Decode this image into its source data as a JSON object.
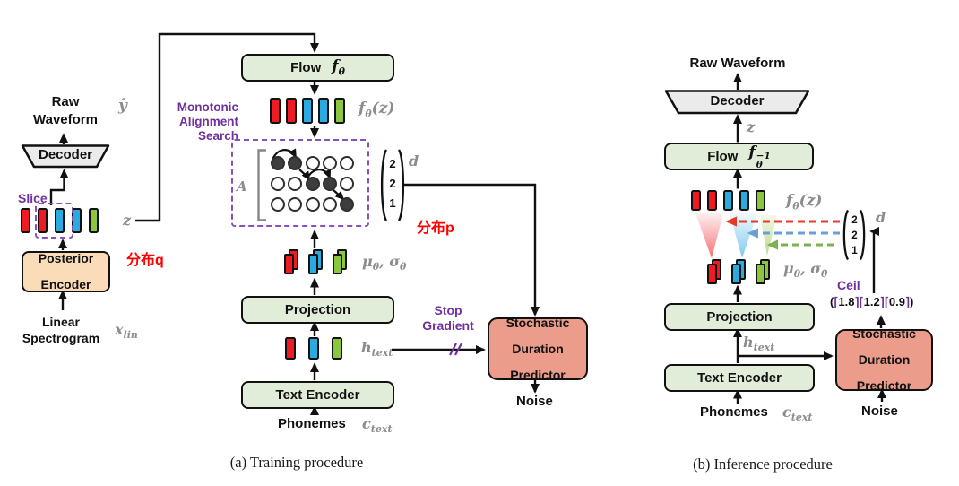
{
  "palette": {
    "red": "#ed1c24",
    "blue": "#29abe2",
    "green": "#8cc63f",
    "module_green": "#e2edd9",
    "peach": "#fbdcb8",
    "salmon": "#ec9c8a",
    "decoder_gray": "#ebebeb",
    "purple": "#7030a0",
    "dash_purple": "#8a4fbe",
    "red_text": "#ff0000",
    "gray_text": "#8c8c8c",
    "arrow_red": "#e8392b",
    "arrow_blue": "#6c9fd8",
    "arrow_green": "#7cb051"
  },
  "math": {
    "y_hat": "ŷ",
    "z": "z",
    "x_base": "x",
    "x_sub": "lin",
    "f": "f",
    "theta": "θ",
    "of_z": "(z)",
    "sup_inv": "−1",
    "mu": "μ",
    "sigma": "σ",
    "comma": ", ",
    "h": "h",
    "c": "c",
    "sub_text": "text",
    "d": "d",
    "A": "A",
    "paren_open": "(",
    "paren_close": ")",
    "lceil": "⌈",
    "rceil": "⌉"
  },
  "training": {
    "caption": "(a) Training procedure",
    "raw_waveform_l1": "Raw",
    "raw_waveform_l2": "Waveform",
    "decoder": "Decoder",
    "slice": "Slice",
    "dist_q": "分布q",
    "dist_p": "分布p",
    "posterior_l1": "Posterior",
    "posterior_l2": "Encoder",
    "linear_l1": "Linear",
    "linear_l2": "Spectrogram",
    "flow": "Flow",
    "mas_l1": "Monotonic",
    "mas_l2": "Alignment",
    "mas_l3": "Search",
    "projection": "Projection",
    "text_encoder": "Text Encoder",
    "phonemes": "Phonemes",
    "stop_l1": "Stop",
    "stop_l2": "Gradient",
    "sdp_l1": "Stochastic",
    "sdp_l2": "Duration",
    "sdp_l3": "Predictor",
    "noise": "Noise",
    "z_blocks": [
      "red",
      "red",
      "blue",
      "blue",
      "green"
    ],
    "f_blocks": [
      "red",
      "red",
      "blue",
      "blue",
      "green"
    ],
    "h_blocks": [
      "red",
      "blue",
      "green"
    ],
    "pair_blocks": [
      "red",
      "blue",
      "green"
    ],
    "mas_grid": {
      "rows": 3,
      "cols": 5,
      "filled": [
        [
          0,
          0
        ],
        [
          0,
          1
        ],
        [
          1,
          2
        ],
        [
          1,
          3
        ],
        [
          2,
          4
        ]
      ]
    },
    "d_vector": [
      "2",
      "2",
      "1"
    ]
  },
  "inference": {
    "caption": "(b) Inference procedure",
    "raw_waveform": "Raw Waveform",
    "decoder": "Decoder",
    "flow": "Flow",
    "projection": "Projection",
    "text_encoder": "Text Encoder",
    "phonemes": "Phonemes",
    "noise": "Noise",
    "ceil_label": "Ceil",
    "ceil_values": [
      "1.8",
      "1.2",
      "0.9"
    ],
    "sdp_l1": "Stochastic",
    "sdp_l2": "Duration",
    "sdp_l3": "Predictor",
    "f_blocks": [
      "red",
      "red",
      "blue",
      "blue",
      "green"
    ],
    "pair_blocks": [
      "red",
      "blue",
      "green"
    ],
    "d_vector": [
      "2",
      "2",
      "1"
    ]
  }
}
